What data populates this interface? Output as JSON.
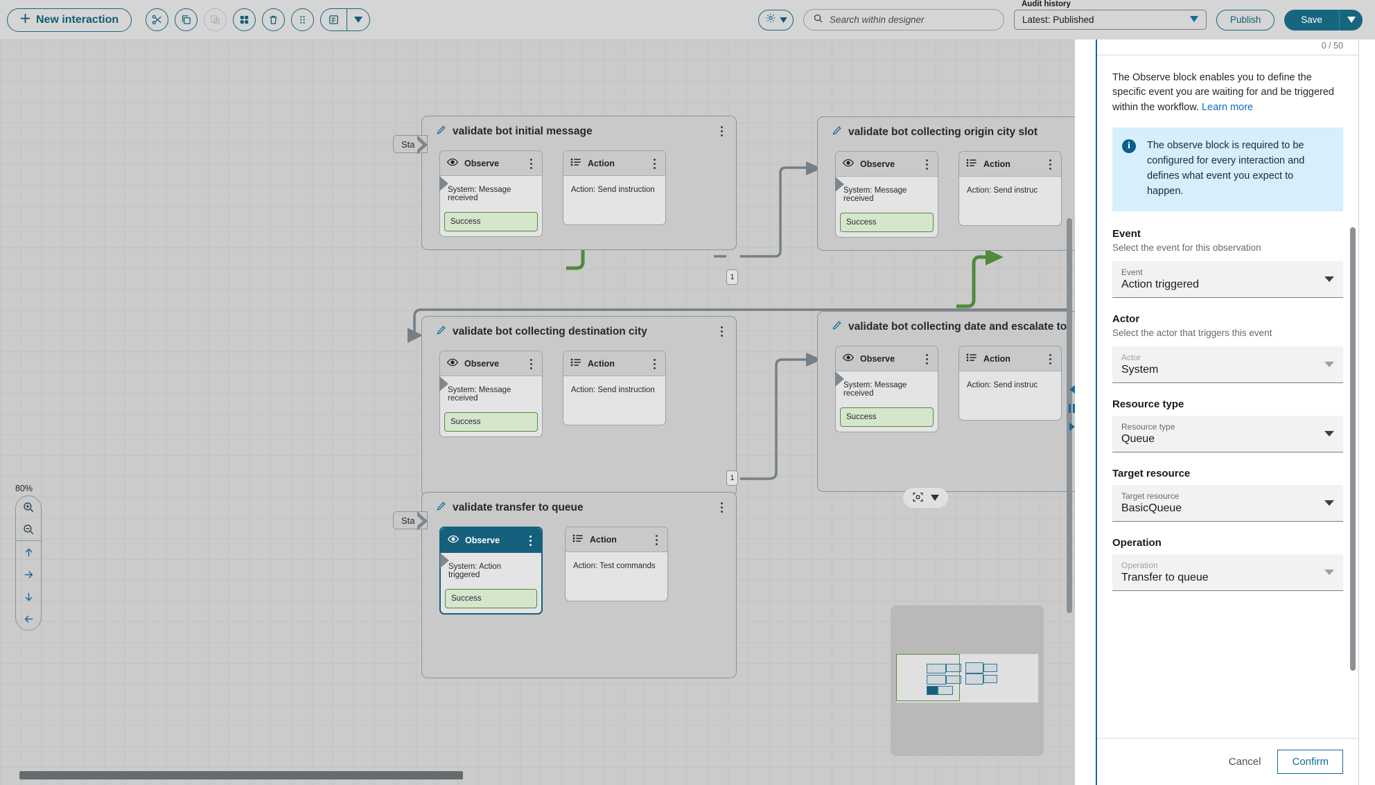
{
  "toolbar": {
    "new_interaction_label": "New interaction",
    "tools": [
      {
        "name": "cut-icon",
        "label": "Cut",
        "disabled": false
      },
      {
        "name": "copy-icon",
        "label": "Copy",
        "disabled": false
      },
      {
        "name": "paste-icon",
        "label": "Paste",
        "disabled": true
      },
      {
        "name": "grid-icon",
        "label": "Group",
        "disabled": false
      },
      {
        "name": "trash-icon",
        "label": "Delete",
        "disabled": false
      },
      {
        "name": "drag-handle-icon",
        "label": "Arrange",
        "disabled": false
      }
    ],
    "notes_label": "Notes",
    "gear_label": "Settings",
    "search": {
      "placeholder": "Search within designer",
      "value": ""
    },
    "audit": {
      "legend": "Audit history",
      "value": "Latest: Published"
    },
    "publish_label": "Publish",
    "save_label": "Save"
  },
  "canvas": {
    "zoom_level": "80%",
    "start_label": "Start",
    "connector_labels": [
      "1",
      "1"
    ],
    "groups": [
      {
        "title": "validate bot initial message",
        "has_start": true,
        "nodes": [
          {
            "type": "Observe",
            "icon": "eye-icon",
            "body": "System: Message received",
            "output": "Success",
            "selected": false
          },
          {
            "type": "Action",
            "icon": "list-icon",
            "body": "Action: Send instruction",
            "output": null,
            "selected": false
          }
        ]
      },
      {
        "title": "validate bot collecting origin city slot",
        "has_start": false,
        "nodes": [
          {
            "type": "Observe",
            "icon": "eye-icon",
            "body": "System: Message received",
            "output": "Success",
            "selected": false
          },
          {
            "type": "Action",
            "icon": "list-icon",
            "body": "Action: Send instruc",
            "output": null,
            "selected": false
          }
        ]
      },
      {
        "title": "validate bot collecting destination city",
        "has_start": false,
        "nodes": [
          {
            "type": "Observe",
            "icon": "eye-icon",
            "body": "System: Message received",
            "output": "Success",
            "selected": false
          },
          {
            "type": "Action",
            "icon": "list-icon",
            "body": "Action: Send instruction",
            "output": null,
            "selected": false
          }
        ]
      },
      {
        "title": "validate bot collecting date and escalate to",
        "has_start": false,
        "nodes": [
          {
            "type": "Observe",
            "icon": "eye-icon",
            "body": "System: Message received",
            "output": "Success",
            "selected": false
          },
          {
            "type": "Action",
            "icon": "list-icon",
            "body": "Action: Send instruc",
            "output": null,
            "selected": false
          }
        ]
      },
      {
        "title": "validate transfer to queue",
        "has_start": true,
        "nodes": [
          {
            "type": "Observe",
            "icon": "eye-icon",
            "body": "System: Action triggered",
            "output": "Success",
            "selected": true
          },
          {
            "type": "Action",
            "icon": "list-icon",
            "body": "Action: Test commands",
            "output": null,
            "selected": false
          }
        ]
      }
    ],
    "fit_label": "",
    "minimap_label": ""
  },
  "panel": {
    "counter": "0 / 50",
    "description": "The Observe block enables you to define the specific event you are waiting for and be triggered within the workflow. ",
    "learn_more": "Learn more",
    "alert": "The observe block is required to be configured for every interaction and defines what event you expect to happen.",
    "sections": [
      {
        "heading": "Event",
        "sub": "Select the event for this observation",
        "field_label": "Event",
        "value": "Action triggered",
        "disabled": false
      },
      {
        "heading": "Actor",
        "sub": "Select the actor that triggers this event",
        "field_label": "Actor",
        "value": "System",
        "disabled": true
      },
      {
        "heading": "Resource type",
        "sub": "",
        "field_label": "Resource type",
        "value": "Queue",
        "disabled": false
      },
      {
        "heading": "Target resource",
        "sub": "",
        "field_label": "Target resource",
        "value": "BasicQueue",
        "disabled": false
      },
      {
        "heading": "Operation",
        "sub": "",
        "field_label": "Operation",
        "value": "Transfer to queue",
        "disabled": true
      }
    ],
    "cancel_label": "Cancel",
    "confirm_label": "Confirm"
  },
  "colors": {
    "accent": "#0f6b96",
    "selected_node": "#15607c",
    "success_border": "#4f8a3d",
    "success_fill": "#d6e6cd",
    "alert_bg": "#d7eefc"
  }
}
